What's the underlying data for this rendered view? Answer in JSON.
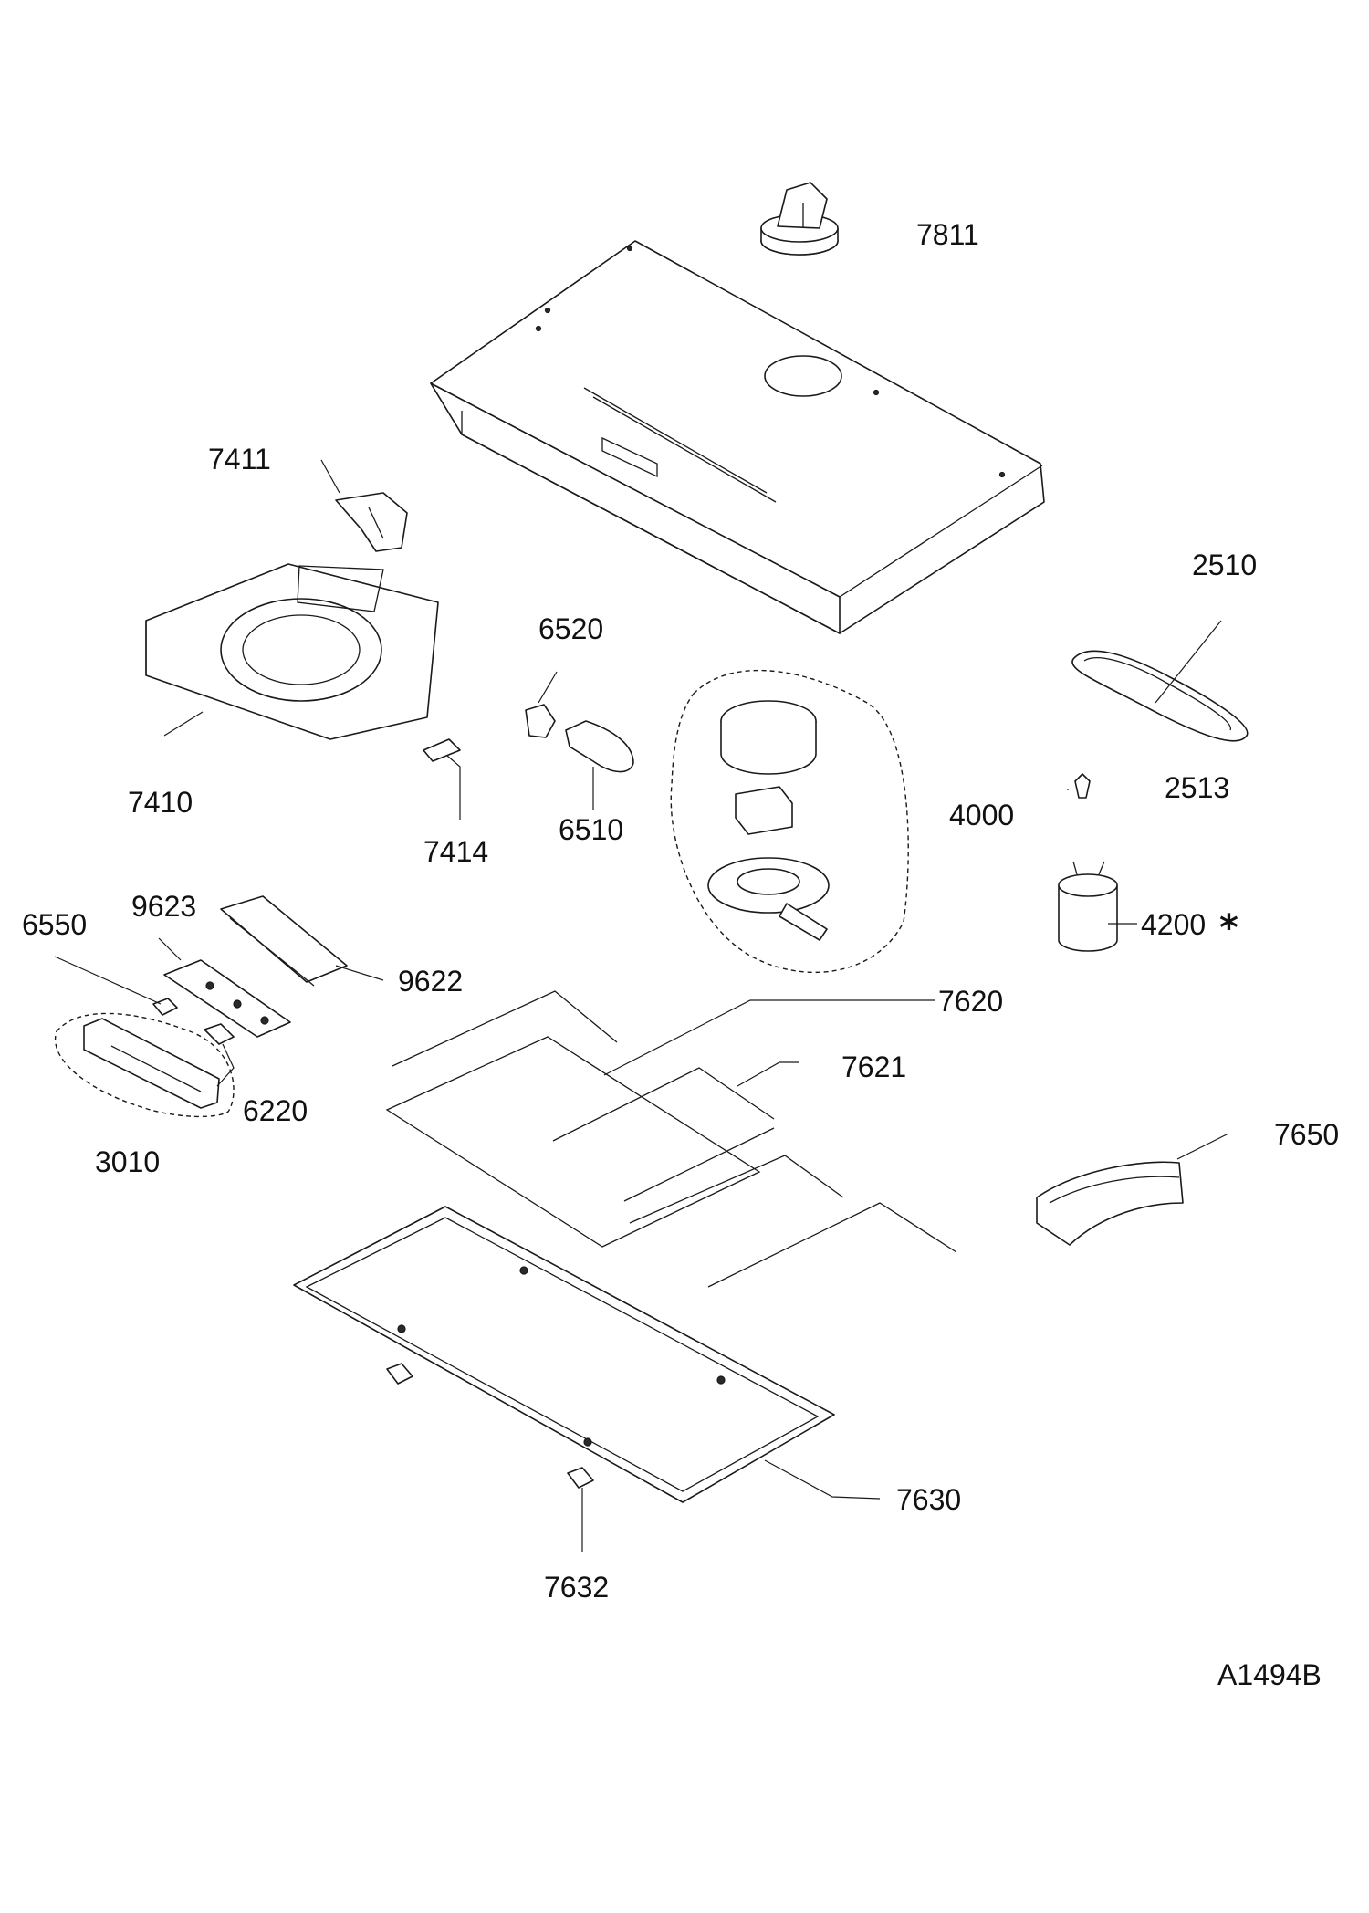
{
  "diagram": {
    "drawing_code": "A1494B",
    "parts": [
      {
        "id": "lbl-7811",
        "text": "7811"
      },
      {
        "id": "lbl-7411",
        "text": "7411"
      },
      {
        "id": "lbl-2510",
        "text": "2510"
      },
      {
        "id": "lbl-6520",
        "text": "6520"
      },
      {
        "id": "lbl-7410",
        "text": "7410"
      },
      {
        "id": "lbl-2513",
        "text": "2513"
      },
      {
        "id": "lbl-4000",
        "text": "4000"
      },
      {
        "id": "lbl-7414",
        "text": "7414"
      },
      {
        "id": "lbl-6510",
        "text": "6510"
      },
      {
        "id": "lbl-9623",
        "text": "9623"
      },
      {
        "id": "lbl-6550",
        "text": "6550"
      },
      {
        "id": "lbl-4200",
        "text": "4200"
      },
      {
        "id": "lbl-9622",
        "text": "9622"
      },
      {
        "id": "lbl-7620",
        "text": "7620"
      },
      {
        "id": "lbl-7621",
        "text": "7621"
      },
      {
        "id": "lbl-6220",
        "text": "6220"
      },
      {
        "id": "lbl-3010",
        "text": "3010"
      },
      {
        "id": "lbl-7650",
        "text": "7650"
      },
      {
        "id": "lbl-7630",
        "text": "7630"
      },
      {
        "id": "lbl-7632",
        "text": "7632"
      }
    ],
    "asterisk": "*"
  }
}
